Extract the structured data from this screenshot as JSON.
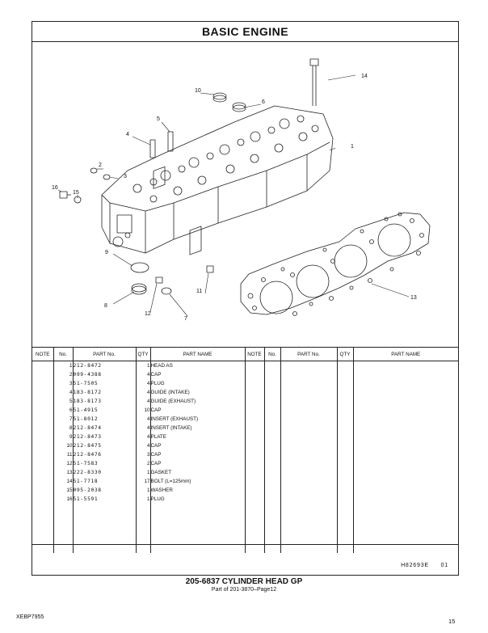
{
  "header": {
    "title": "BASIC  ENGINE"
  },
  "illustration": {
    "callouts": [
      "1",
      "2",
      "3",
      "4",
      "5",
      "6",
      "7",
      "8",
      "9",
      "10",
      "11",
      "12",
      "13",
      "14",
      "15",
      "16"
    ]
  },
  "table": {
    "headers": [
      "NOTE",
      "No.",
      "PART No.",
      "QTY",
      "PART NAME",
      "NOTE",
      "No.",
      "PART No.",
      "QTY",
      "PART NAME"
    ],
    "rows": [
      {
        "no": "1",
        "part_no": "212-8472",
        "qty": "1",
        "name": "HEAD  AS"
      },
      {
        "no": "2",
        "part_no": "099-4388",
        "qty": "4",
        "name": "CAP"
      },
      {
        "no": "3",
        "part_no": "51-7505",
        "qty": "4",
        "name": "PLUG"
      },
      {
        "no": "4",
        "part_no": "183-8172",
        "qty": "4",
        "name": "GUIDE (INTAKE)"
      },
      {
        "no": "5",
        "part_no": "183-8173",
        "qty": "4",
        "name": "GUIDE (EXHAUST)"
      },
      {
        "no": "6",
        "part_no": "51-4915",
        "qty": "10",
        "name": "CAP"
      },
      {
        "no": "7",
        "part_no": "51-8012",
        "qty": "4",
        "name": "INSERT (EXHAUST)"
      },
      {
        "no": "8",
        "part_no": "212-8474",
        "qty": "4",
        "name": "INSERT (INTAKE)"
      },
      {
        "no": "9",
        "part_no": "212-8473",
        "qty": "4",
        "name": "PLATE"
      },
      {
        "no": "10",
        "part_no": "212-8475",
        "qty": "4",
        "name": "CAP"
      },
      {
        "no": "11",
        "part_no": "212-8476",
        "qty": "3",
        "name": "CAP"
      },
      {
        "no": "12",
        "part_no": "51-7583",
        "qty": "2",
        "name": "CAP"
      },
      {
        "no": "13",
        "part_no": "222-8330",
        "qty": "1",
        "name": "GASKET"
      },
      {
        "no": "14",
        "part_no": "51-7718",
        "qty": "17",
        "name": "BOLT (L=125mm)"
      },
      {
        "no": "15",
        "part_no": "095-2038",
        "qty": "1",
        "name": "WASHER"
      },
      {
        "no": "16",
        "part_no": "51-5591",
        "qty": "1",
        "name": "PLUG"
      }
    ]
  },
  "reference": {
    "illustration_no": "H82693E",
    "revision": "01"
  },
  "footer": {
    "group_title": "205-6837  CYLINDER  HEAD  GP",
    "group_subtitle": "Part of 201-3870–Page12",
    "publication": "XEBP7955",
    "page_number": "15"
  }
}
